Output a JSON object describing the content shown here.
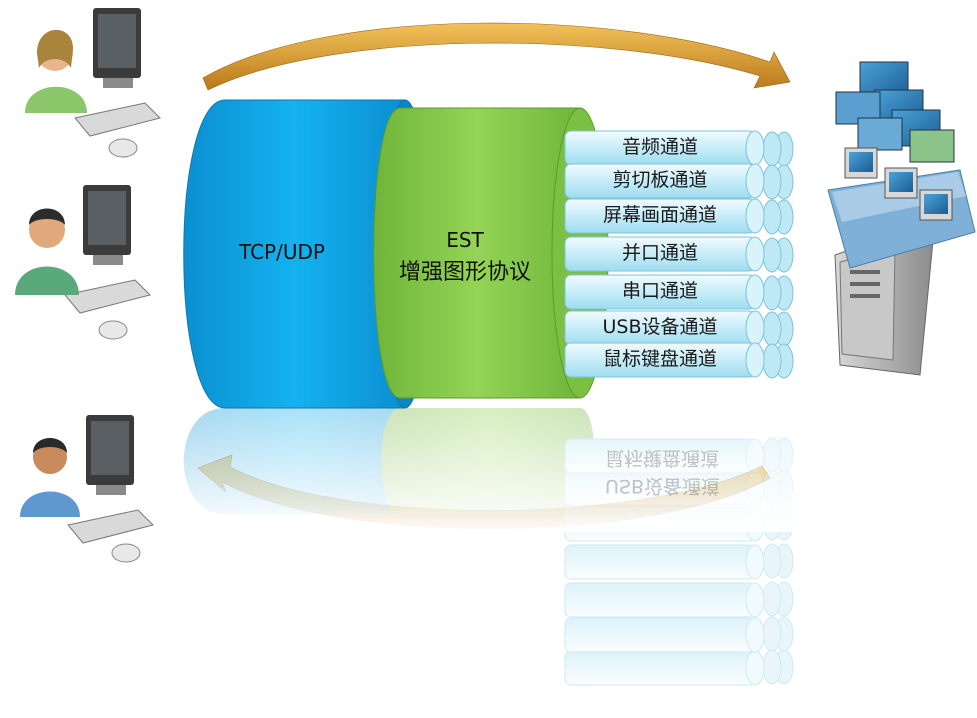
{
  "layers": {
    "transport": "TCP/UDP",
    "protocol_line1": "EST",
    "protocol_line2": "增强图形协议"
  },
  "channels": [
    "音频通道",
    "剪切板通道",
    "屏幕画面通道",
    "并口通道",
    "串口通道",
    "USB设备通道",
    "鼠标键盘通道"
  ],
  "icons": {
    "clients": [
      "user-workstation-icon",
      "user-workstation-icon",
      "user-workstation-icon"
    ],
    "server": "server-with-virtual-desktops-icon",
    "arrows": [
      "curved-arrow-right-icon",
      "curved-arrow-left-icon"
    ]
  },
  "colors": {
    "transport": "#0aa6e8",
    "protocol": "#8fd14f",
    "channel": "#c9eef8",
    "arrow": "#d69a2a"
  }
}
